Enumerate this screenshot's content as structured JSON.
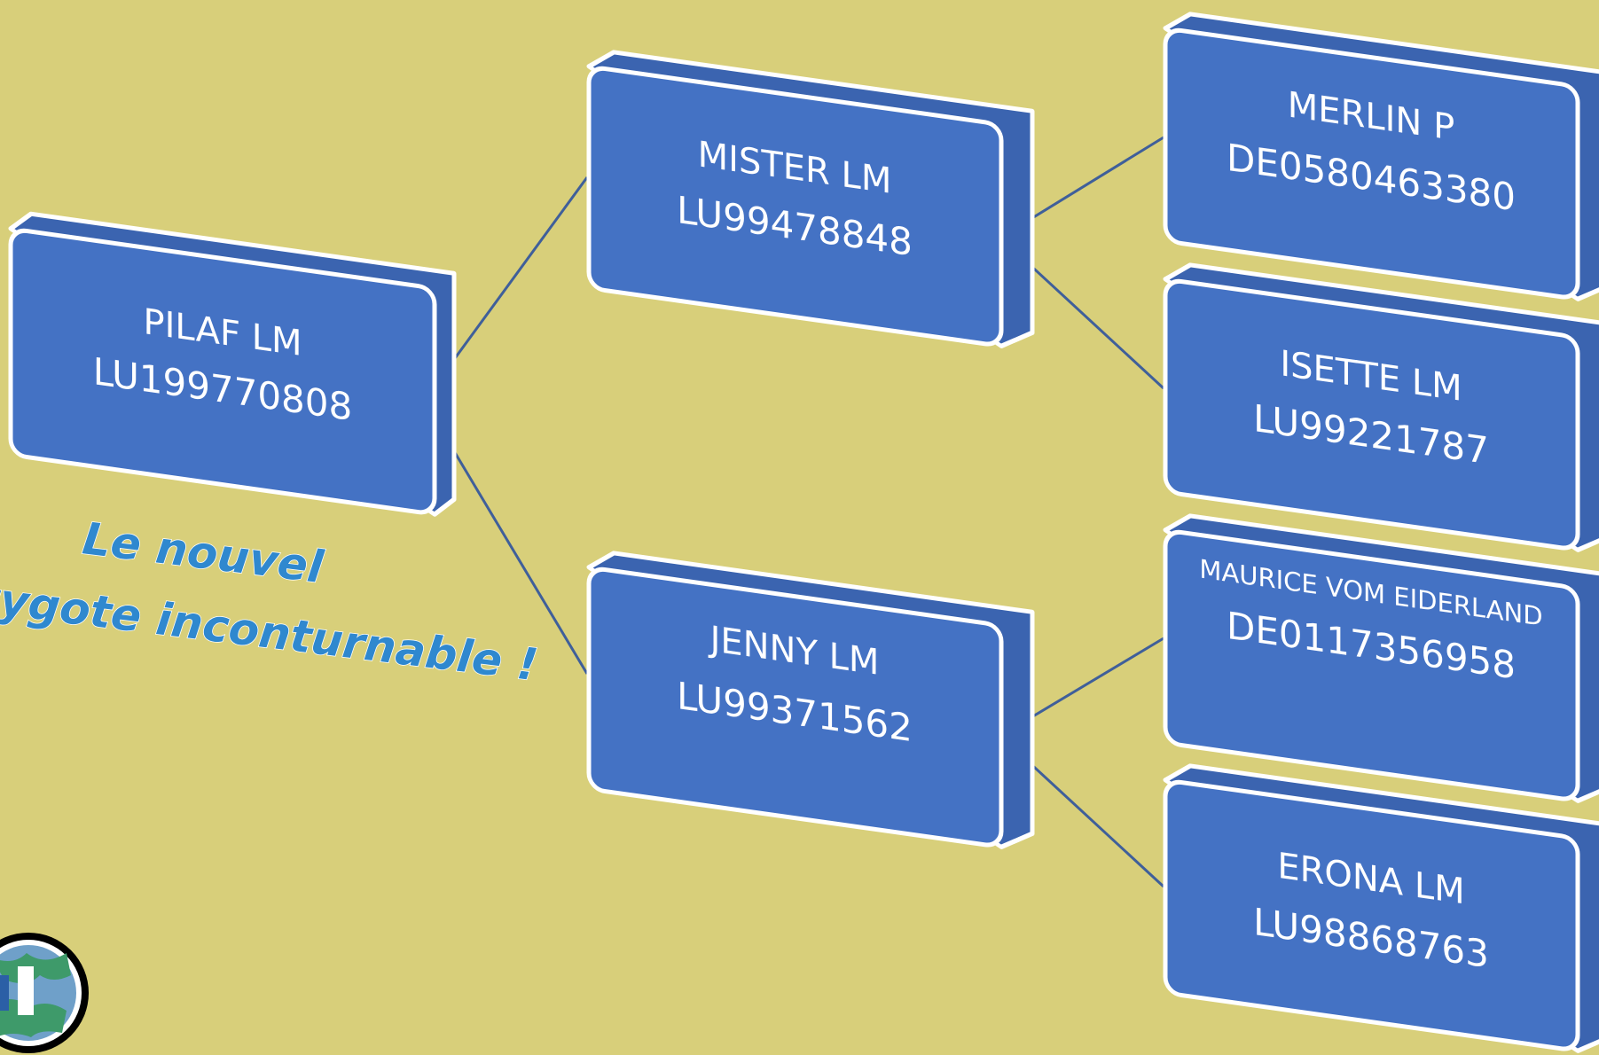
{
  "diagram": {
    "type": "pedigree",
    "nodes": {
      "pilaf": {
        "name": "PILAF LM",
        "id": "LU199770808"
      },
      "mister": {
        "name": "MISTER LM",
        "id": "LU99478848"
      },
      "jenny": {
        "name": "JENNY LM",
        "id": "LU99371562"
      },
      "merlin": {
        "name": "MERLIN P",
        "id": "DE0580463380"
      },
      "isette": {
        "name": "ISETTE LM",
        "id": "LU99221787"
      },
      "maurice": {
        "name": "MAURICE VOM EIDERLAND",
        "id": "DE0117356958"
      },
      "erona": {
        "name": "ERONA LM",
        "id": "LU98868763"
      }
    },
    "edges": [
      [
        "pilaf",
        "mister"
      ],
      [
        "pilaf",
        "jenny"
      ],
      [
        "mister",
        "merlin"
      ],
      [
        "mister",
        "isette"
      ],
      [
        "jenny",
        "maurice"
      ],
      [
        "jenny",
        "erona"
      ]
    ],
    "slogan": {
      "line1": "Le nouvel",
      "line2": "zygote inconturnable !"
    }
  },
  "colors": {
    "background": "#d8cf7a",
    "box_front": "#4472c4",
    "box_side": "#3b64b0",
    "connector": "#3f5f9a",
    "outline": "#ffffff",
    "slogan": "#2f88cf"
  },
  "icons": {
    "logo": "globe-logo-icon"
  }
}
